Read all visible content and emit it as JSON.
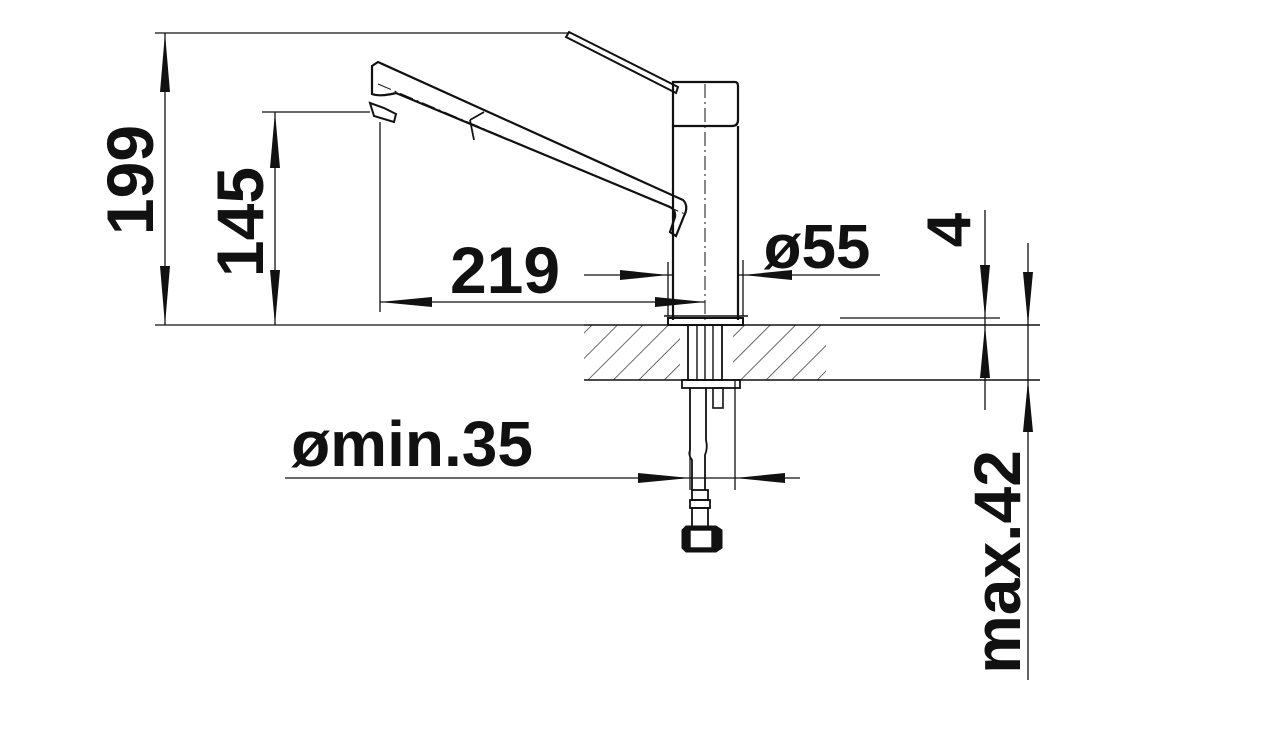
{
  "dimensions": {
    "overall_height": "199",
    "spout_height": "145",
    "spout_reach": "219",
    "base_diameter": "ø55",
    "deck_offset": "4",
    "min_hole_diameter": "ømin.35",
    "max_deck_thickness": "max.42"
  }
}
